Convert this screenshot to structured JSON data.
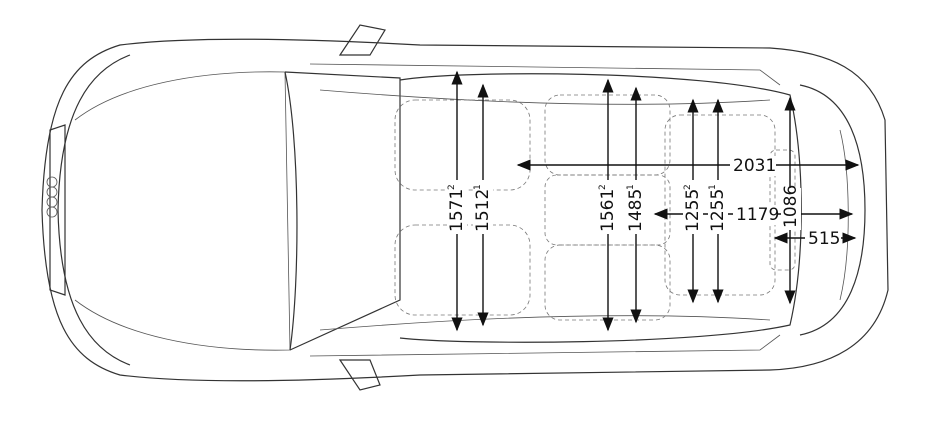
{
  "title": "Vehicle interior dimensions (top view)",
  "dimensions": [
    {
      "id": "front-shoulder-width",
      "value": "1571",
      "note": "2"
    },
    {
      "id": "front-elbow-width",
      "value": "1512",
      "note": "1"
    },
    {
      "id": "rear-shoulder-width",
      "value": "1561",
      "note": "2"
    },
    {
      "id": "rear-elbow-width",
      "value": "1485",
      "note": "1"
    },
    {
      "id": "load-width-upper",
      "value": "1255",
      "note": "2"
    },
    {
      "id": "load-width-lower",
      "value": "1255",
      "note": "1"
    },
    {
      "id": "load-floor-width",
      "value": "1086",
      "note": ""
    },
    {
      "id": "load-length-seats-folded",
      "value": "2031",
      "note": ""
    },
    {
      "id": "load-length",
      "value": "1179",
      "note": ""
    },
    {
      "id": "load-length-rear-bench",
      "value": "515",
      "note": ""
    }
  ]
}
